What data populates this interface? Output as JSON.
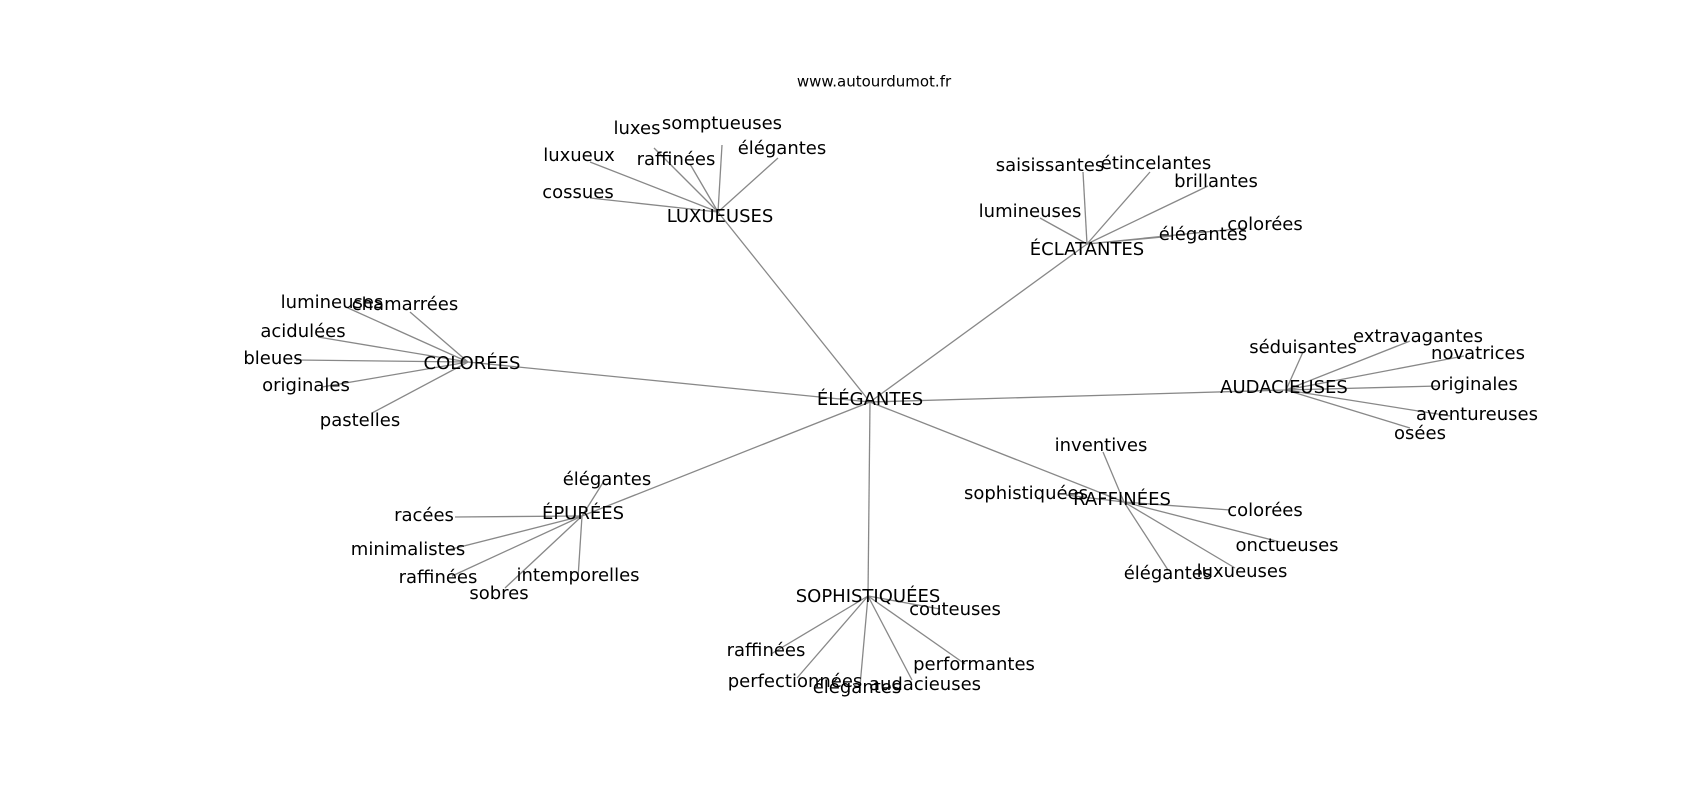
{
  "site": "www.autourdumot.fr",
  "center": "ÉLÉGANTES",
  "colors": {
    "edge": "#888888",
    "text": "#000000",
    "background": "#ffffff"
  },
  "clusters": [
    {
      "hub": "LUXUEUSES",
      "words": [
        "luxes",
        "somptueuses",
        "luxueux",
        "raffinées",
        "élégantes",
        "cossues"
      ]
    },
    {
      "hub": "ÉCLATANTES",
      "words": [
        "saisissantes",
        "étincelantes",
        "brillantes",
        "lumineuses",
        "élégantes",
        "colorées"
      ]
    },
    {
      "hub": "COLORÉES",
      "words": [
        "lumineuses",
        "chamarrées",
        "acidulées",
        "bleues",
        "originales",
        "pastelles"
      ]
    },
    {
      "hub": "AUDACIEUSES",
      "words": [
        "séduisantes",
        "extravagantes",
        "novatrices",
        "originales",
        "aventureuses",
        "osées"
      ]
    },
    {
      "hub": "ÉPURÉES",
      "words": [
        "élégantes",
        "racées",
        "minimalistes",
        "raffinées",
        "intemporelles",
        "sobres"
      ]
    },
    {
      "hub": "RAFFINÉES",
      "words": [
        "inventives",
        "sophistiquées",
        "colorées",
        "onctueuses",
        "élégantes",
        "luxueuses"
      ]
    },
    {
      "hub": "SOPHISTIQUÉES",
      "words": [
        "couteuses",
        "raffinées",
        "performantes",
        "perfectionnées",
        "élégantes",
        "audacieuses"
      ]
    }
  ]
}
